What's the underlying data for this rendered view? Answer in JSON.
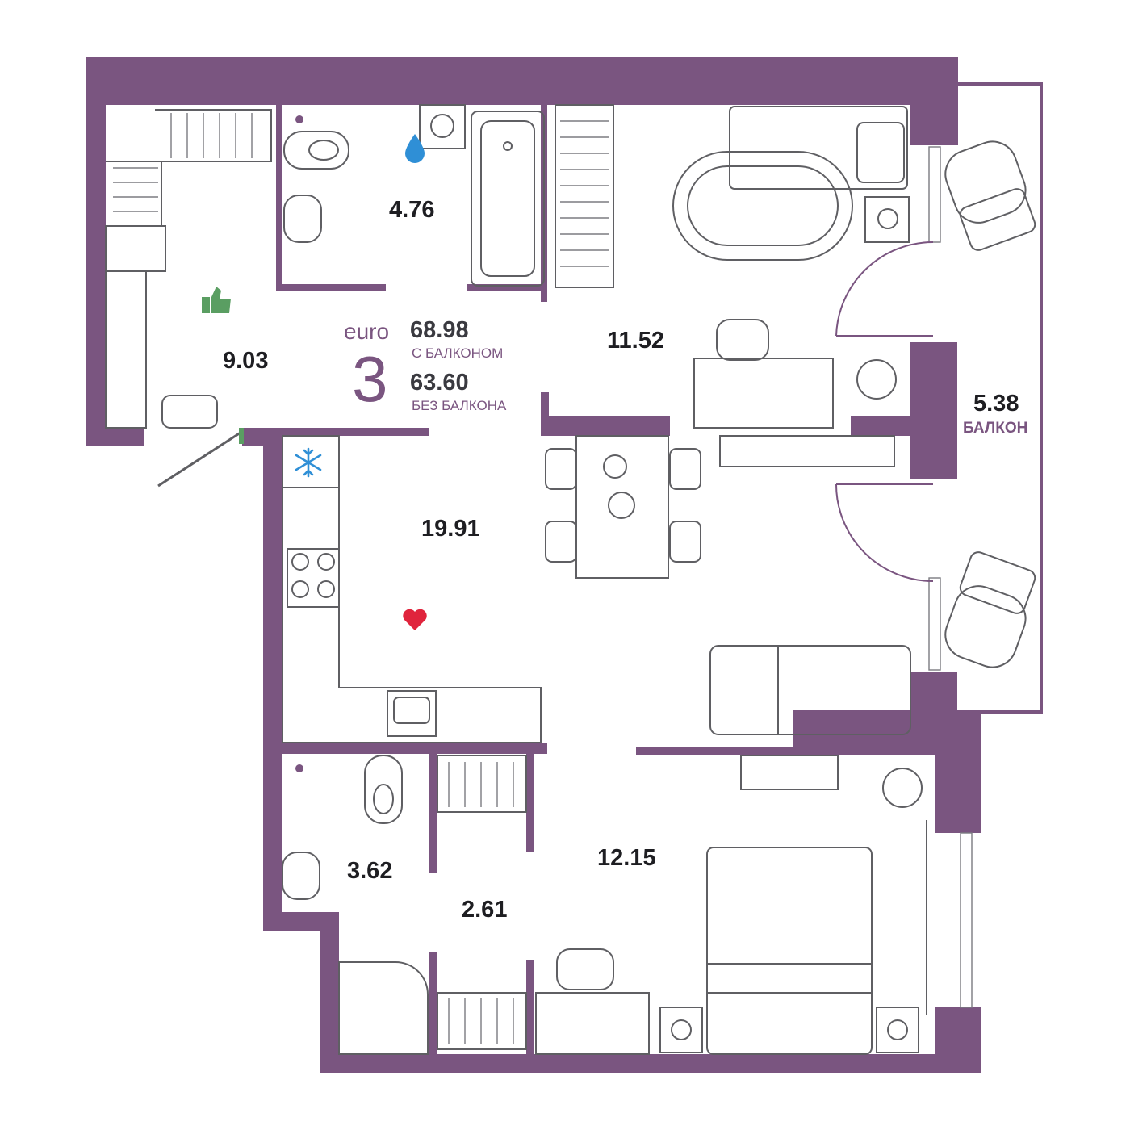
{
  "summary": {
    "brand": "euro",
    "rooms": "3",
    "area_with_balcony": "68.98",
    "with_balcony_label": "С БАЛКОНОМ",
    "area_without_balcony": "63.60",
    "without_balcony_label": "БЕЗ БАЛКОНА"
  },
  "rooms": [
    {
      "id": "hall",
      "area": "9.03"
    },
    {
      "id": "bathroom",
      "area": "4.76"
    },
    {
      "id": "bedroom-top",
      "area": "11.52"
    },
    {
      "id": "kitchen-living",
      "area": "19.91"
    },
    {
      "id": "bathroom-small",
      "area": "3.62"
    },
    {
      "id": "wardrobe",
      "area": "2.61"
    },
    {
      "id": "bedroom-bottom",
      "area": "12.15"
    }
  ],
  "balcony": {
    "area": "5.38",
    "label": "БАЛКОН"
  },
  "icons": [
    {
      "name": "thumbs-up-icon",
      "color": "#5a9e62"
    },
    {
      "name": "water-drop-icon",
      "color": "#2f8fd6"
    },
    {
      "name": "snowflake-icon",
      "color": "#2f8fd6"
    },
    {
      "name": "heart-icon",
      "color": "#e0243c"
    }
  ],
  "colors": {
    "walls": "#7a5580",
    "furniture": "#5f5f63",
    "text": "#1e1e22",
    "accent": "#7a5580"
  }
}
